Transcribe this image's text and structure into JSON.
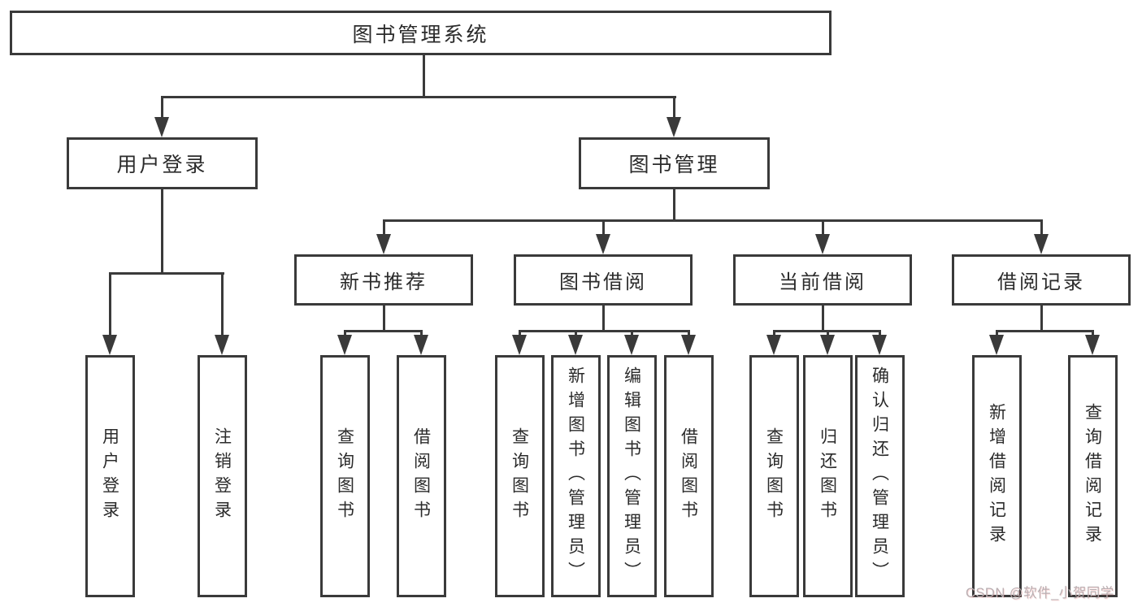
{
  "diagram": {
    "title": "图书管理系统",
    "level2": {
      "user_login": "用户登录",
      "book_management": "图书管理"
    },
    "level3": {
      "new_book": "新书推荐",
      "book_borrow": "图书借阅",
      "current_borrow": "当前借阅",
      "borrow_record": "借阅记录"
    },
    "leaves": {
      "user_login": [
        "用户登录",
        "注销登录"
      ],
      "new_book": [
        "查询图书",
        "借阅图书"
      ],
      "book_borrow": [
        "查询图书",
        "新增图书（管理员）",
        "编辑图书（管理员）",
        "借阅图书"
      ],
      "current_borrow": [
        "查询图书",
        "归还图书",
        "确认归还（管理员）"
      ],
      "borrow_record": [
        "新增借阅记录",
        "查询借阅记录"
      ]
    },
    "watermark": "CSDN @软件_小贺同学",
    "colors": {
      "line": "#3a3a3a",
      "text": "#2b2b2b",
      "background": "#ffffff",
      "watermark": "#b9afb2"
    }
  }
}
